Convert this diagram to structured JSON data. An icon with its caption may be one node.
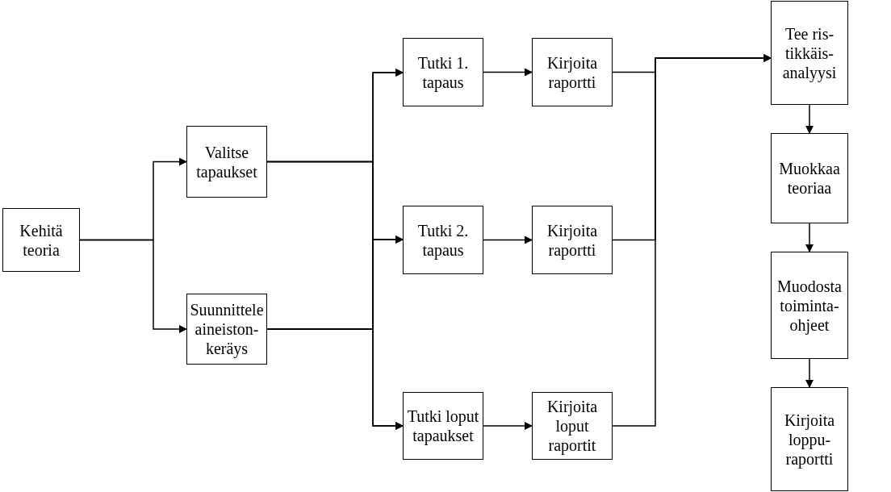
{
  "diagram": {
    "nodes": [
      {
        "text": [
          "Kehitä teoria"
        ]
      },
      {
        "text": [
          "Valitse tapaukset"
        ]
      },
      {
        "text": [
          "Suunnittele aineiston- keräys"
        ]
      },
      {
        "text": [
          "Tutki 1. tapaus"
        ]
      },
      {
        "text": [
          "Kirjoita raportti"
        ]
      },
      {
        "text": [
          "Tutki 2. tapaus"
        ]
      },
      {
        "text": [
          "Kirjoita raportti"
        ]
      },
      {
        "text": [
          "Tutki loput tapaukset"
        ]
      },
      {
        "text": [
          "Kirjoita loput raportit"
        ]
      },
      {
        "text": [
          "Tee ris- tikkäis- analyysi"
        ]
      },
      {
        "text": [
          "Muokkaa teoriaa"
        ]
      },
      {
        "text": [
          "Muodosta toiminta- ohjeet"
        ]
      },
      {
        "text": [
          "Kirjoita loppu- raportti"
        ]
      }
    ],
    "edges": [
      {
        "from": 0,
        "to": 1,
        "arrow": "to"
      },
      {
        "from": 0,
        "to": 2,
        "arrow": "to"
      },
      {
        "from": 1,
        "to": 3,
        "arrow": "to"
      },
      {
        "from": 1,
        "to": 5,
        "arrow": "to"
      },
      {
        "from": 1,
        "to": 7,
        "arrow": "to"
      },
      {
        "from": 2,
        "to": 3,
        "arrow": "to"
      },
      {
        "from": 2,
        "to": 5,
        "arrow": "to"
      },
      {
        "from": 2,
        "to": 7,
        "arrow": "to"
      },
      {
        "from": 3,
        "to": 4,
        "arrow": "to"
      },
      {
        "from": 5,
        "to": 6,
        "arrow": "to"
      },
      {
        "from": 7,
        "to": 8,
        "arrow": "to"
      },
      {
        "from": 4,
        "to": 9,
        "arrow": "to"
      },
      {
        "from": 6,
        "to": 9,
        "arrow": "to"
      },
      {
        "from": 8,
        "to": 9,
        "arrow": "to"
      },
      {
        "from": 9,
        "to": 10,
        "arrow": "to"
      },
      {
        "from": 10,
        "to": 11,
        "arrow": "to"
      },
      {
        "from": 11,
        "to": 12,
        "arrow": "to"
      }
    ]
  }
}
